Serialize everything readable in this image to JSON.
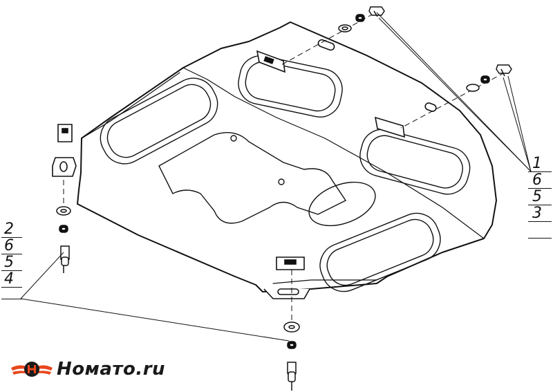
{
  "callouts_right": [
    {
      "label": "1"
    },
    {
      "label": "6"
    },
    {
      "label": "5"
    },
    {
      "label": "3"
    }
  ],
  "callouts_left": [
    {
      "label": "2"
    },
    {
      "label": "6"
    },
    {
      "label": "5"
    },
    {
      "label": "4"
    }
  ],
  "logo": {
    "text": "Номато.ru",
    "icon": "car-wings-logo-icon",
    "colors": {
      "accent": "#e8471c",
      "dark": "#1a1a1a"
    }
  }
}
